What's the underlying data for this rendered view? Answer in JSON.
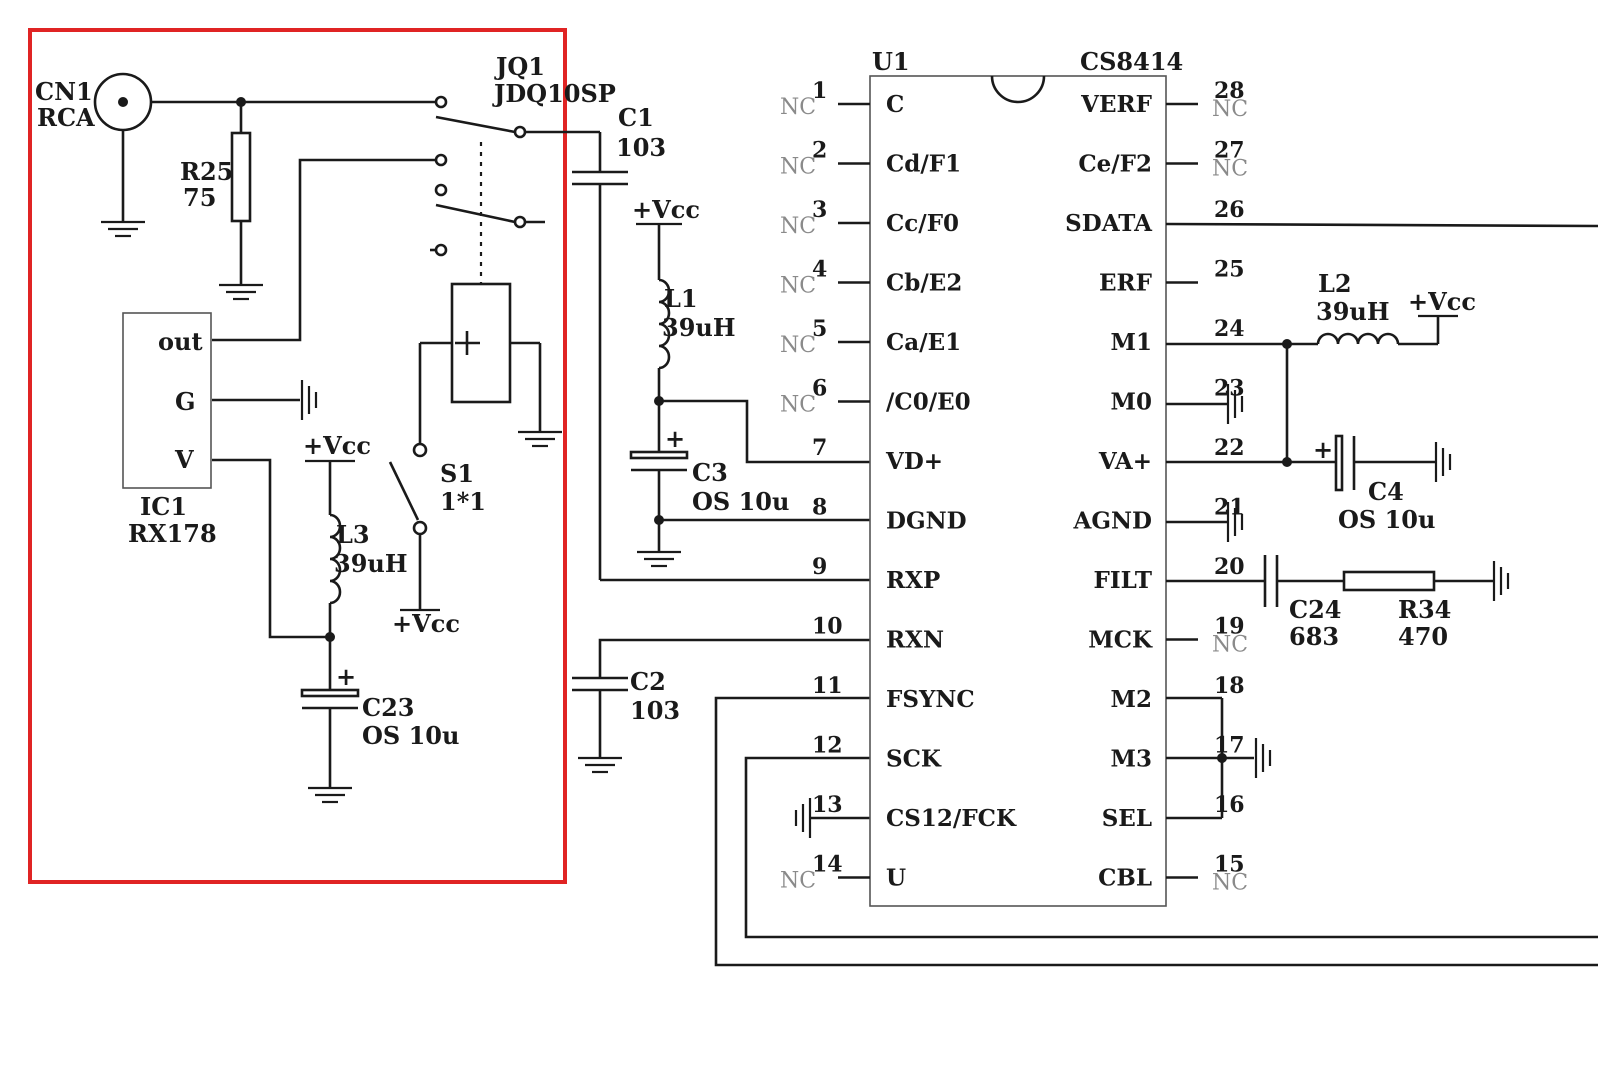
{
  "components": {
    "cn1": {
      "ref": "CN1",
      "value": "RCA"
    },
    "r25": {
      "ref": "R25",
      "value": "75"
    },
    "jq1": {
      "ref": "JQ1",
      "value": "JDQ10SP"
    },
    "c1": {
      "ref": "C1",
      "value": "103"
    },
    "c2": {
      "ref": "C2",
      "value": "103"
    },
    "l1": {
      "ref": "L1",
      "value": "39uH"
    },
    "l2": {
      "ref": "L2",
      "value": "39uH"
    },
    "l3": {
      "ref": "L3",
      "value": "39uH"
    },
    "c3": {
      "ref": "C3",
      "value": "OS 10u"
    },
    "c4": {
      "ref": "C4",
      "value": "OS 10u"
    },
    "c23": {
      "ref": "C23",
      "value": "OS 10u"
    },
    "c24": {
      "ref": "C24",
      "value": "683"
    },
    "r34": {
      "ref": "R34",
      "value": "470"
    },
    "s1": {
      "ref": "S1",
      "value": "1*1"
    },
    "ic1": {
      "ref": "IC1",
      "value": "RX178",
      "pins": [
        "out",
        "G",
        "V"
      ]
    },
    "u1": {
      "ref": "U1",
      "part": "CS8414"
    }
  },
  "supply": "+Vcc",
  "nc": "NC",
  "plus": "+",
  "u1_left_pins": [
    {
      "num": "1",
      "name": "C",
      "nc": true
    },
    {
      "num": "2",
      "name": "Cd/F1",
      "nc": true
    },
    {
      "num": "3",
      "name": "Cc/F0",
      "nc": true
    },
    {
      "num": "4",
      "name": "Cb/E2",
      "nc": true
    },
    {
      "num": "5",
      "name": "Ca/E1",
      "nc": true
    },
    {
      "num": "6",
      "name": "/C0/E0",
      "nc": true
    },
    {
      "num": "7",
      "name": "VD+",
      "nc": false
    },
    {
      "num": "8",
      "name": "DGND",
      "nc": false
    },
    {
      "num": "9",
      "name": "RXP",
      "nc": false
    },
    {
      "num": "10",
      "name": "RXN",
      "nc": false
    },
    {
      "num": "11",
      "name": "FSYNC",
      "nc": false
    },
    {
      "num": "12",
      "name": "SCK",
      "nc": false
    },
    {
      "num": "13",
      "name": "CS12/FCK",
      "nc": false
    },
    {
      "num": "14",
      "name": "U",
      "nc": true
    }
  ],
  "u1_right_pins": [
    {
      "num": "28",
      "name": "VERF",
      "nc": true
    },
    {
      "num": "27",
      "name": "Ce/F2",
      "nc": true
    },
    {
      "num": "26",
      "name": "SDATA",
      "nc": false
    },
    {
      "num": "25",
      "name": "ERF",
      "nc": false
    },
    {
      "num": "24",
      "name": "M1",
      "nc": false
    },
    {
      "num": "23",
      "name": "M0",
      "nc": false
    },
    {
      "num": "22",
      "name": "VA+",
      "nc": false
    },
    {
      "num": "21",
      "name": "AGND",
      "nc": false
    },
    {
      "num": "20",
      "name": "FILT",
      "nc": false
    },
    {
      "num": "19",
      "name": "MCK",
      "nc": true
    },
    {
      "num": "18",
      "name": "M2",
      "nc": false
    },
    {
      "num": "17",
      "name": "M3",
      "nc": false
    },
    {
      "num": "16",
      "name": "SEL",
      "nc": false
    },
    {
      "num": "15",
      "name": "CBL",
      "nc": true
    }
  ],
  "colors": {
    "highlight": "#e02424",
    "ink": "#1a1a1a",
    "nc_text": "#8a8a8a"
  }
}
